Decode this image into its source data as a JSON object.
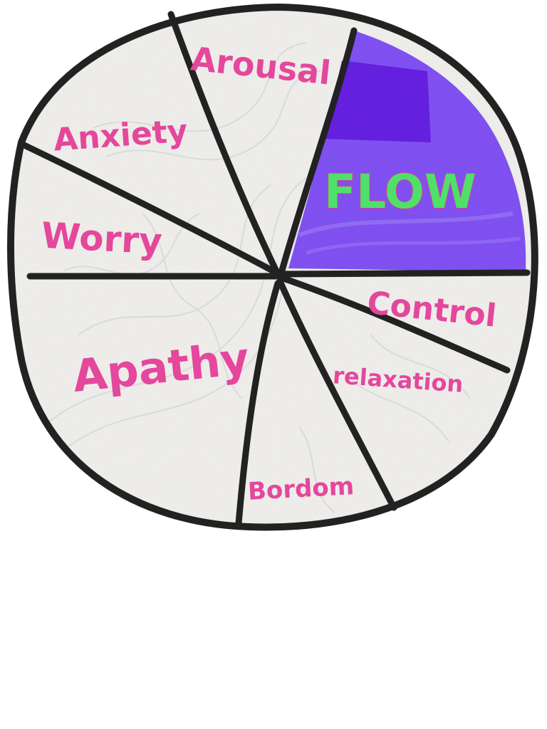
{
  "diagram": {
    "type": "flow-state-wheel",
    "highlighted": "flow",
    "colors": {
      "outline": "#222222",
      "paper": "#efeeeb",
      "label": "#e4479c",
      "flow_fill": "#7d4cf2",
      "flow_fill_dark": "#5a12dc",
      "flow_label": "#4fe06a"
    },
    "segments": [
      {
        "id": "arousal",
        "label": "Arousal"
      },
      {
        "id": "flow",
        "label": "FLOW"
      },
      {
        "id": "control",
        "label": "Control"
      },
      {
        "id": "relaxation",
        "label": "relaxation"
      },
      {
        "id": "boredom",
        "label": "Bordom"
      },
      {
        "id": "apathy",
        "label": "Apathy"
      },
      {
        "id": "worry",
        "label": "Worry"
      },
      {
        "id": "anxiety",
        "label": "Anxiety"
      }
    ]
  }
}
